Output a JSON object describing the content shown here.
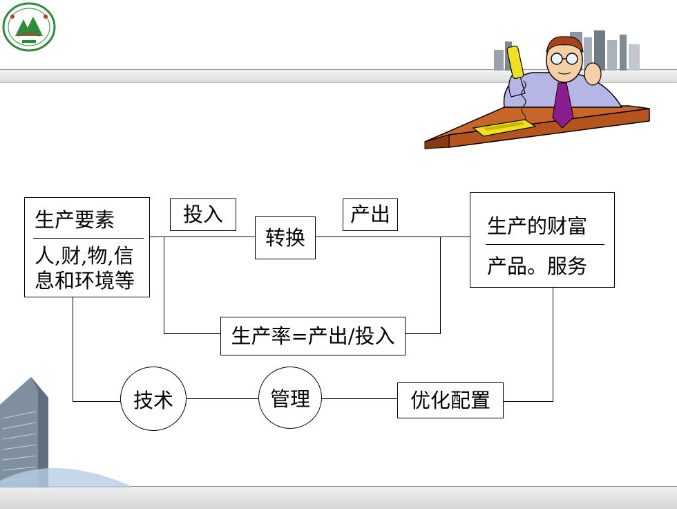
{
  "diagram": {
    "factors_title": "生产要素",
    "factors_line1": "人,财,物,信",
    "factors_line2": "息和环境等",
    "input_label": "投入",
    "transform_label": "转换",
    "output_label": "产出",
    "wealth_title": "生产的财富",
    "wealth_detail": "产品。服务",
    "productivity": "生产率=产出/投入",
    "technology": "技术",
    "management": "管理",
    "optimize": "优化配置"
  },
  "colors": {
    "logo_green": "#2e8b3a",
    "desk": "#b5541c",
    "shirt": "#b6b6e6",
    "tie": "#8a1e8e",
    "phone": "#f0e020"
  }
}
